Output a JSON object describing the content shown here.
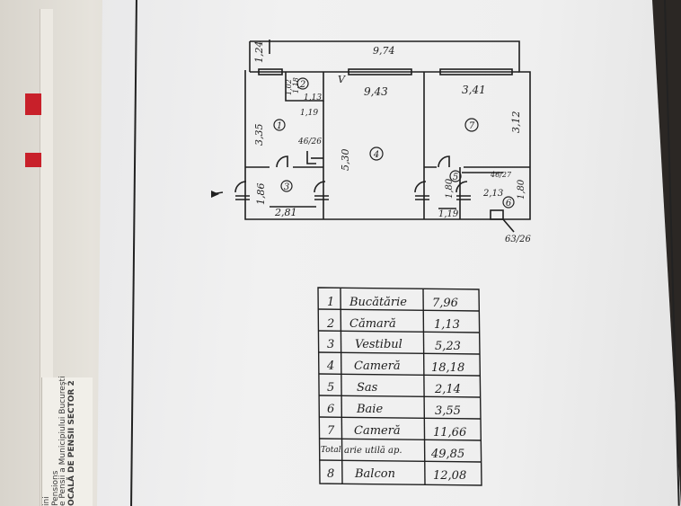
{
  "left_form": {
    "lines": [
      "ini",
      "Pensions",
      "e Pensii a Municipiului Bucureşti",
      "OCALĂ DE PENSII SECTOR 2"
    ]
  },
  "plan": {
    "dims": {
      "top_length": "9,74",
      "top_left": "1,24",
      "room2_a": "1,13",
      "room2_b": "1,18",
      "room2_c": "1,02",
      "room2_d": "1,19",
      "room1_height": "3,35",
      "room1_area_note": "46/26",
      "room4_width": "9,43",
      "room4_height": "5,30",
      "room7_width": "3,41",
      "room7_height": "3,12",
      "room3_height": "1,86",
      "room3_width": "2,81",
      "room5_height": "1,80",
      "room5_width": "1,19",
      "room5_note": "46/27",
      "room6_width": "2,13",
      "room6_height": "1,80",
      "room6_note": "63/26",
      "door_v": "V"
    },
    "room_numbers": [
      "1",
      "2",
      "3",
      "4",
      "5",
      "6",
      "7"
    ]
  },
  "table": {
    "rows": [
      {
        "no": "1",
        "name": "Bucătărie",
        "area": "7,96"
      },
      {
        "no": "2",
        "name": "Cămară",
        "area": "1,13"
      },
      {
        "no": "3",
        "name": "Vestibul",
        "area": "5,23"
      },
      {
        "no": "4",
        "name": "Cameră",
        "area": "18,18"
      },
      {
        "no": "5",
        "name": "Sas",
        "area": "2,14"
      },
      {
        "no": "6",
        "name": "Baie",
        "area": "3,55"
      },
      {
        "no": "7",
        "name": "Cameră",
        "area": "11,66"
      },
      {
        "no": "Total",
        "name": "arie utilă ap.",
        "area": "49,85"
      },
      {
        "no": "8",
        "name": "Balcon",
        "area": "12,08"
      }
    ]
  },
  "colors": {
    "ink": "#1f1f1f",
    "paper": "#efefef",
    "background": "#2b2724",
    "red_mark": "#c8202a"
  }
}
